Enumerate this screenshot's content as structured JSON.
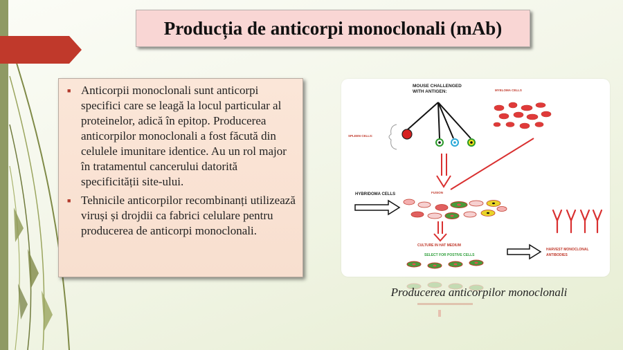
{
  "slide": {
    "title": "Producția de anticorpi monoclonali (mAb)",
    "bullets": [
      "Anticorpii monoclonali sunt anticorpi specifici care se leagă la locul particular al proteinelor, adică în epitop. Producerea anticorpilor monoclonali a fost făcută din celulele imunitare identice. Au un rol major în tratamentul cancerului datorită specificității site-ului.",
      "Tehnicile anticorpilor recombinanți utilizează viruși și drojdii ca fabrici celulare pentru producerea de anticorpi monoclonali."
    ],
    "caption": "Producerea anticorpilor monoclonali"
  },
  "diagram": {
    "mouse_label_line1": "MOUSE CHALLENGED",
    "mouse_label_line2": "WITH ANTIGEN:",
    "myeloma_label": "MYELOMA CELLS",
    "spleen_label": "SPLEEN CELLS:",
    "hybridoma_label": "HYBRIDOMA CELLS",
    "fusion_label": "FUSION",
    "culture_label": "CULTURE IN HAT MEDIUM",
    "select_label": "SELECT FOR POSTIVE CELLS",
    "harvest_label_line1": "HARVEST MONOCLONAL",
    "harvest_label_line2": "ANTIBODIES"
  },
  "colors": {
    "accent_red": "#c0392b",
    "title_bg": "#f9d6d4",
    "textbox_bg": "#fbe6d8",
    "bullet_marker": "#b23a2c",
    "select_green": "#2e9e3a"
  }
}
